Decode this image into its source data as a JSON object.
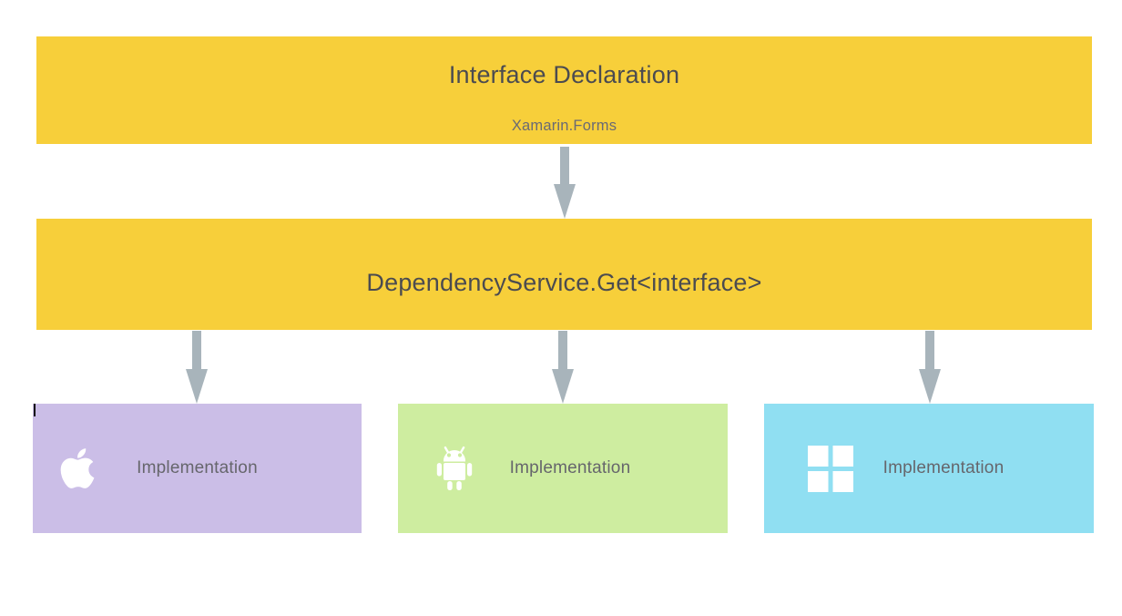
{
  "diagram": {
    "interface_box": {
      "title": "Interface Declaration",
      "subtitle": "Xamarin.Forms"
    },
    "service_box": {
      "title": "DependencyService.Get<interface>"
    },
    "platforms": [
      {
        "name": "ios",
        "icon": "apple-icon",
        "label": "Implementation",
        "color": "#CBBEE7"
      },
      {
        "name": "android",
        "icon": "android-icon",
        "label": "Implementation",
        "color": "#CEEDA0"
      },
      {
        "name": "windows",
        "icon": "windows-icon",
        "label": "Implementation",
        "color": "#90DFF2"
      }
    ],
    "colors": {
      "banner_bg": "#F7CF3A",
      "arrow": "#A8B4BB",
      "title_text": "#4B4B50",
      "subtitle_text": "#6A6A74",
      "implementation_text": "#66666C",
      "icon_fill": "#FFFFFF"
    }
  }
}
